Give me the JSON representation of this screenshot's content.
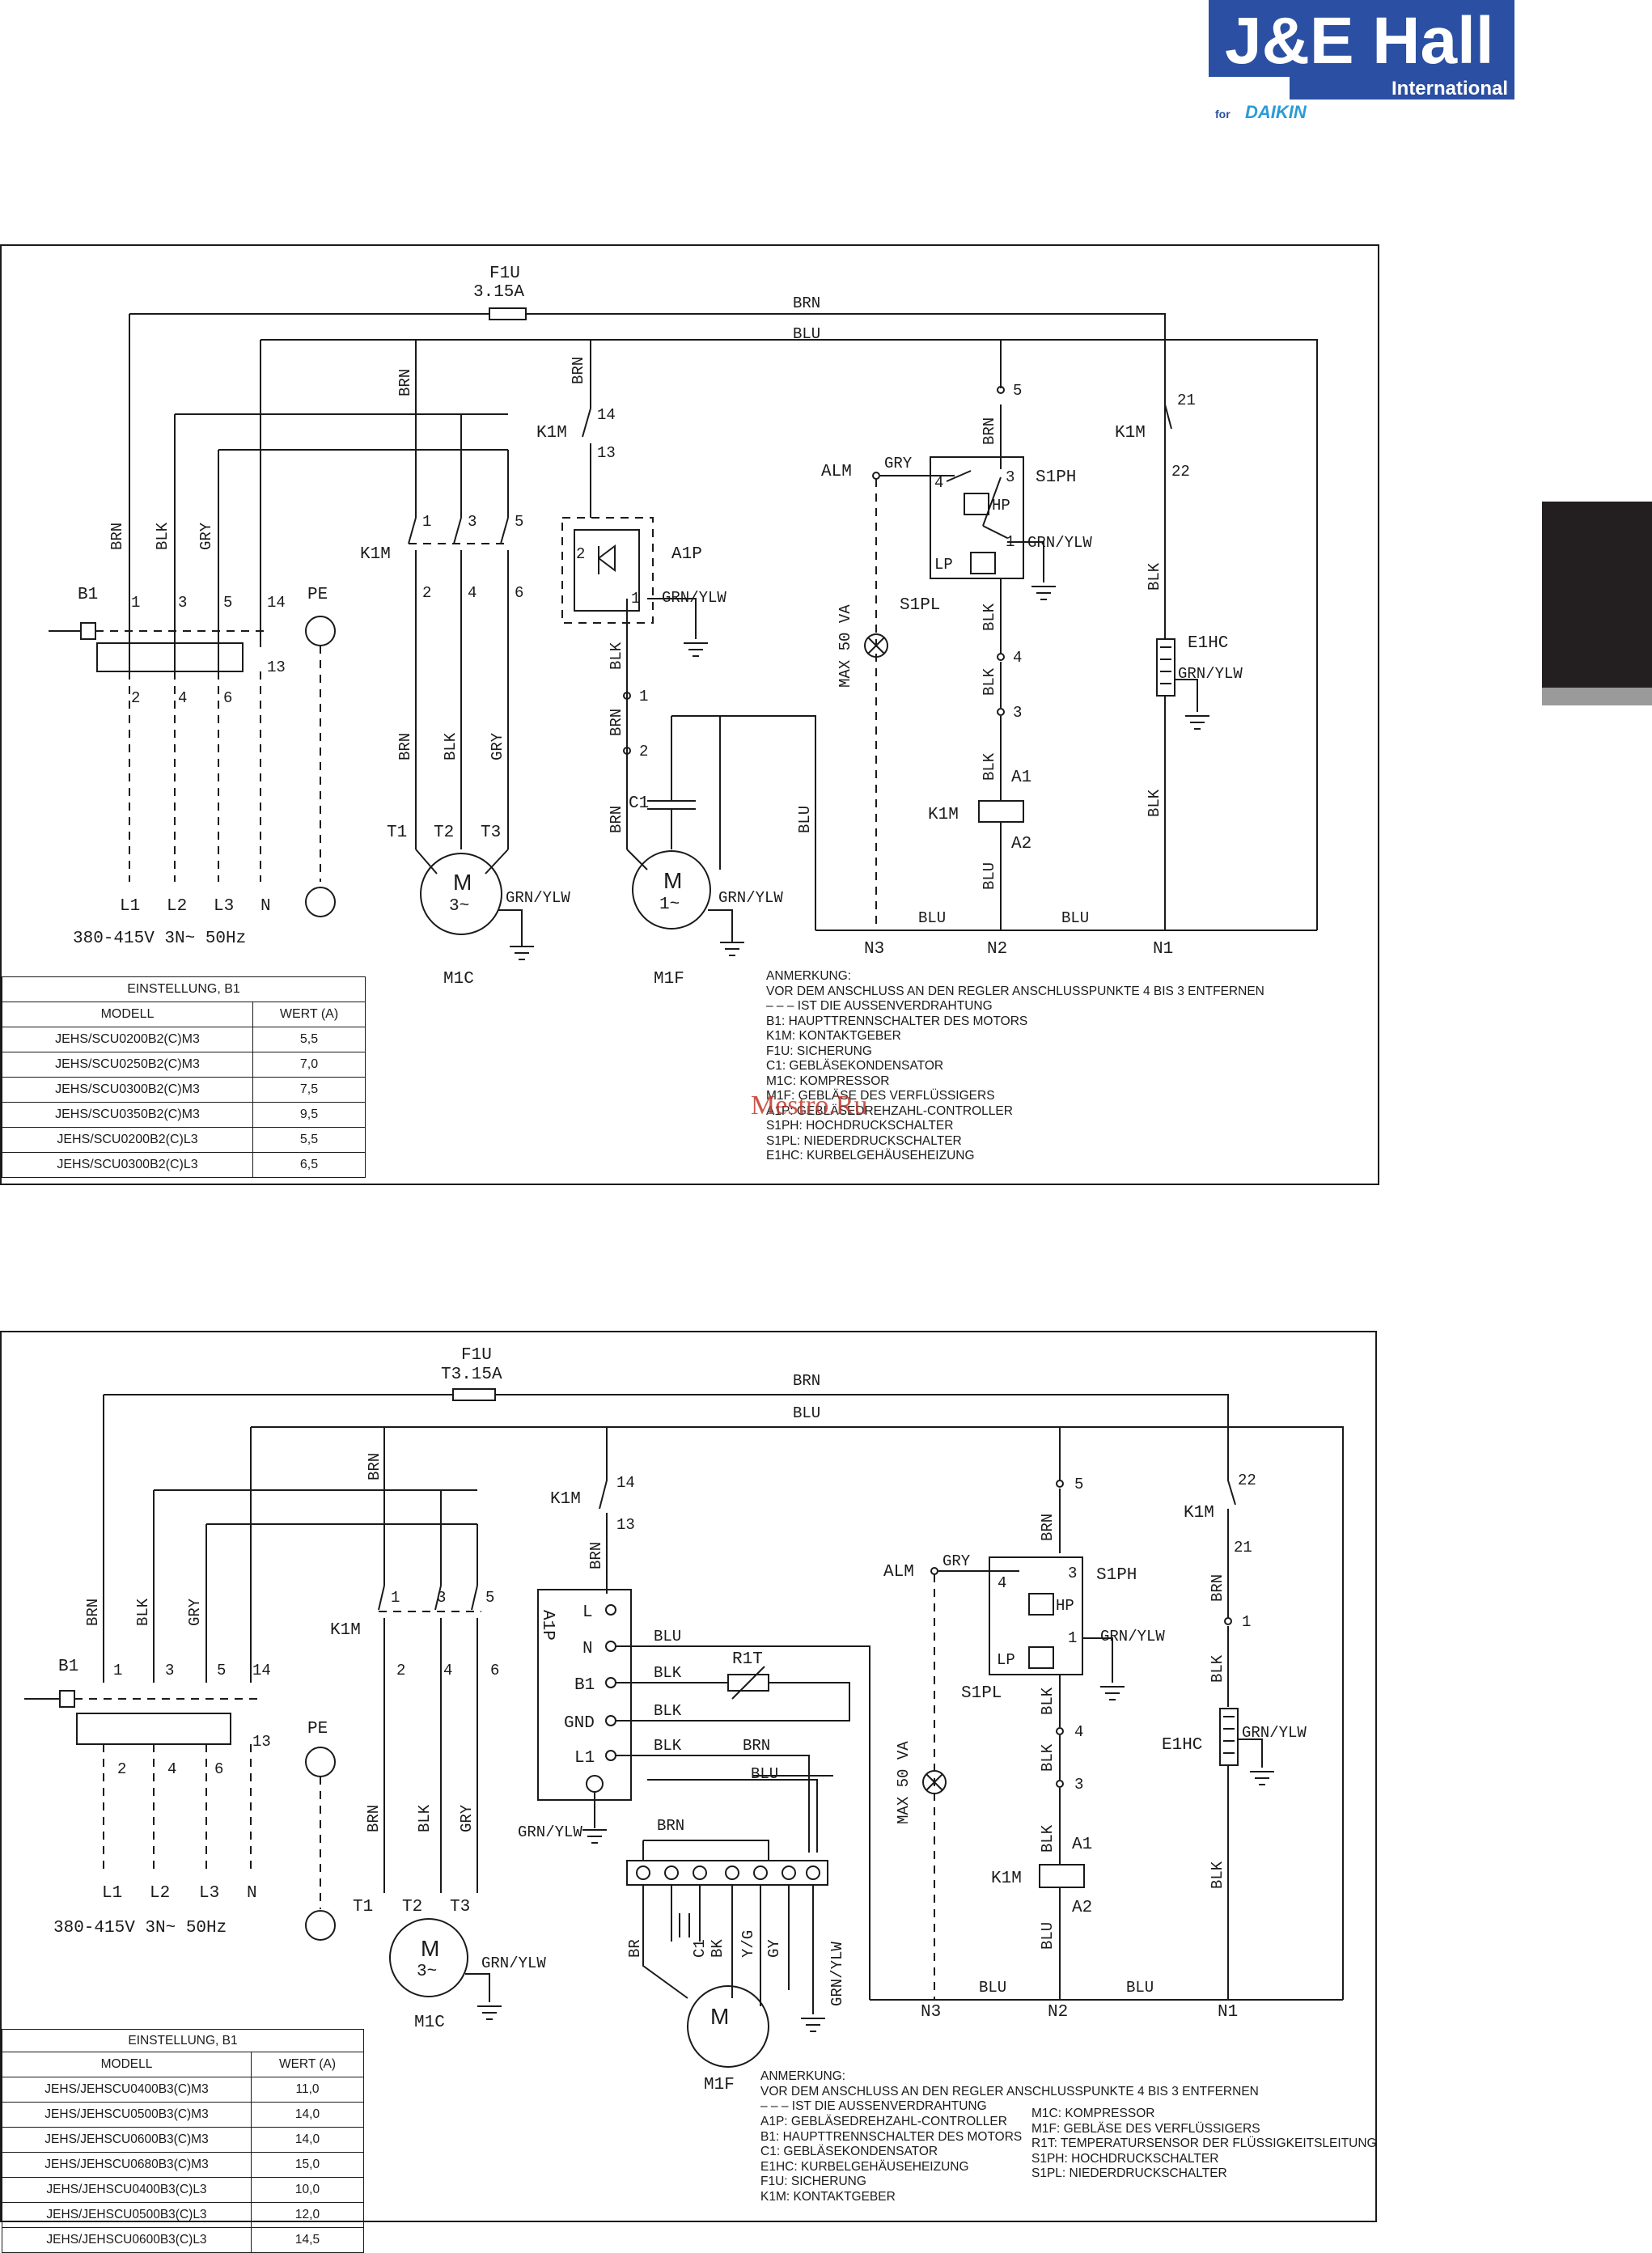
{
  "brand": {
    "name": "J&E Hall",
    "sub": "International",
    "for": "for",
    "partner": "DAIKIN",
    "color_blue": "#2b4fa2",
    "color_partner": "#2b9bd8"
  },
  "watermark": "Mestro.Ru",
  "diagram1": {
    "fuse": {
      "name": "F1U",
      "rating": "3.15A"
    },
    "supply": "380-415V 3N~ 50Hz",
    "labels": {
      "brn": "BRN",
      "blu": "BLU",
      "blk": "BLK",
      "gry": "GRY",
      "grnylw": "GRN/YLW",
      "b1": "B1",
      "pe": "PE",
      "k1m": "K1M",
      "a1p": "A1P",
      "alm": "ALM",
      "s1ph": "S1PH",
      "s1pl": "S1PL",
      "hp": "HP",
      "lp": "LP",
      "e1hc": "E1HC",
      "c1": "C1",
      "max": "MAX 50 VA",
      "l1": "L1",
      "l2": "L2",
      "l3": "L3",
      "n": "N",
      "t1": "T1",
      "t2": "T2",
      "t3": "T3",
      "n1": "N1",
      "n2": "N2",
      "n3": "N3",
      "a1": "A1",
      "a2": "A2",
      "m": "M",
      "m3": "3~",
      "m1": "1~",
      "m1c": "M1C",
      "m1f": "M1F"
    },
    "table": {
      "title": "EINSTELLUNG, B1",
      "col_model": "MODELL",
      "col_value": "WERT (A)",
      "rows": [
        {
          "model": "JEHS/SCU0200B2(C)M3",
          "value": "5,5"
        },
        {
          "model": "JEHS/SCU0250B2(C)M3",
          "value": "7,0"
        },
        {
          "model": "JEHS/SCU0300B2(C)M3",
          "value": "7,5"
        },
        {
          "model": "JEHS/SCU0350B2(C)M3",
          "value": "9,5"
        },
        {
          "model": "JEHS/SCU0200B2(C)L3",
          "value": "5,5"
        },
        {
          "model": "JEHS/SCU0300B2(C)L3",
          "value": "6,5"
        }
      ]
    },
    "notes": [
      "ANMERKUNG:",
      "VOR DEM ANSCHLUSS AN DEN REGLER ANSCHLUSSPUNKTE 4 BIS 3 ENTFERNEN",
      "– – – IST DIE AUSSENVERDRAHTUNG",
      "B1: HAUPTTRENNSCHALTER DES MOTORS",
      "K1M: KONTAKTGEBER",
      "F1U: SICHERUNG",
      "C1: GEBLÄSEKONDENSATOR",
      "M1C: KOMPRESSOR",
      "M1F: GEBLÄSE DES VERFLÜSSIGERS",
      "A1P: GEBLÄSEDREHZAHL-CONTROLLER",
      "S1PH: HOCHDRUCKSCHALTER",
      "S1PL: NIEDERDRUCKSCHALTER",
      "E1HC: KURBELGEHÄUSEHEIZUNG"
    ]
  },
  "diagram2": {
    "fuse": {
      "name": "F1U",
      "rating": "T3.15A"
    },
    "supply": "380-415V 3N~ 50Hz",
    "labels": {
      "r1t": "R1T",
      "gnd": "GND",
      "l": "L",
      "n": "N",
      "b1t": "B1",
      "l1t": "L1",
      "br": "BR",
      "c1": "C1",
      "bk": "BK",
      "yg": "Y/G",
      "gy": "GY",
      "m1f": "M1F",
      "m1c": "M1C"
    },
    "table": {
      "title": "EINSTELLUNG, B1",
      "col_model": "MODELL",
      "col_value": "WERT (A)",
      "rows": [
        {
          "model": "JEHS/JEHSCU0400B3(C)M3",
          "value": "11,0"
        },
        {
          "model": "JEHS/JEHSCU0500B3(C)M3",
          "value": "14,0"
        },
        {
          "model": "JEHS/JEHSCU0600B3(C)M3",
          "value": "14,0"
        },
        {
          "model": "JEHS/JEHSCU0680B3(C)M3",
          "value": "15,0"
        },
        {
          "model": "JEHS/JEHSCU0400B3(C)L3",
          "value": "10,0"
        },
        {
          "model": "JEHS/JEHSCU0500B3(C)L3",
          "value": "12,0"
        },
        {
          "model": "JEHS/JEHSCU0600B3(C)L3",
          "value": "14,5"
        }
      ]
    },
    "notes_head": [
      "ANMERKUNG:",
      "VOR DEM ANSCHLUSS AN DEN REGLER ANSCHLUSSPUNKTE 4 BIS 3 ENTFERNEN",
      "– – – IST DIE AUSSENVERDRAHTUNG"
    ],
    "notes_left": [
      "A1P: GEBLÄSEDREHZAHL-CONTROLLER",
      "B1: HAUPTTRENNSCHALTER DES MOTORS",
      "C1: GEBLÄSEKONDENSATOR",
      "E1HC: KURBELGEHÄUSEHEIZUNG",
      "F1U: SICHERUNG",
      "K1M: KONTAKTGEBER"
    ],
    "notes_right": [
      "M1C: KOMPRESSOR",
      "M1F: GEBLÄSE DES VERFLÜSSIGERS",
      "R1T: TEMPERATURSENSOR DER FLÜSSIGKEITSLEITUNG",
      "S1PH: HOCHDRUCKSCHALTER",
      "S1PL: NIEDERDRUCKSCHALTER"
    ]
  }
}
